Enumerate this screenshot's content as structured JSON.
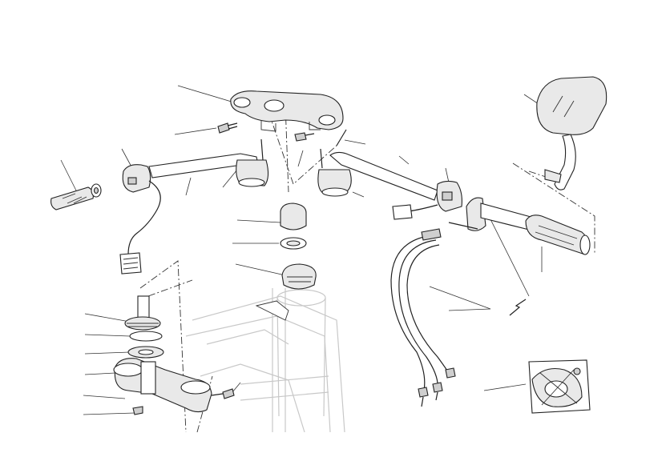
{
  "diagram": {
    "parts": [
      {
        "name": "upper-triple-clamp"
      },
      {
        "name": "top-clamp-bolt"
      },
      {
        "name": "steering-nut"
      },
      {
        "name": "steering-washer"
      },
      {
        "name": "upper-bearing"
      },
      {
        "name": "lower-bearing"
      },
      {
        "name": "lower-triple-clamp"
      },
      {
        "name": "left-handlebar"
      },
      {
        "name": "right-handlebar"
      },
      {
        "name": "left-grip"
      },
      {
        "name": "right-grip"
      },
      {
        "name": "left-switch"
      },
      {
        "name": "right-switch"
      },
      {
        "name": "throttle-cables"
      },
      {
        "name": "mirror"
      },
      {
        "name": "throttle-detail"
      }
    ]
  }
}
